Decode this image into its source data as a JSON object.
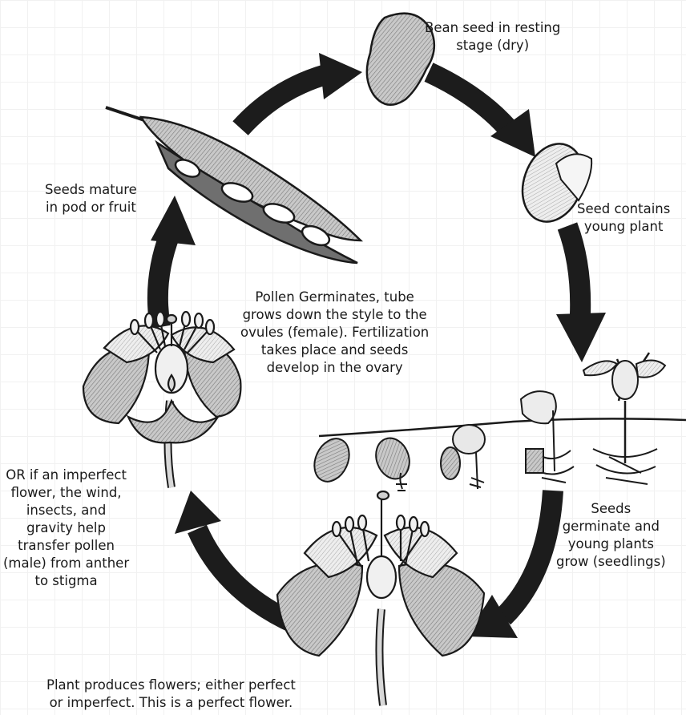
{
  "colors": {
    "arrow": "#1c1c1c",
    "outline": "#1a1a1a",
    "fill_mid": "#bdbdbd",
    "fill_light": "#e6e6e6",
    "fill_dark": "#8a8a8a",
    "background": "#ffffff"
  },
  "labels": {
    "bean_seed": [
      "Bean seed in resting",
      "stage (dry)"
    ],
    "seed_contains": [
      "Seed contains",
      "young plant"
    ],
    "seeds_germinate": [
      "Seeds",
      "germinate and",
      "young plants",
      "grow (seedlings)"
    ],
    "plant_produces": [
      "Plant produces flowers; either perfect",
      "or imperfect. This is a perfect flower."
    ],
    "imperfect": [
      "OR if an imperfect",
      "flower, the wind,",
      "insects, and",
      "gravity help",
      "transfer pollen",
      "(male) from anther",
      "to stigma"
    ],
    "seeds_mature": [
      "Seeds mature",
      "in pod or fruit"
    ],
    "pollen": [
      "Pollen Germinates, tube",
      "grows down the style to the",
      "ovules (female). Fertilization",
      "takes place and seeds",
      "develop in the ovary"
    ]
  },
  "icons": [
    "bean-seed-icon",
    "sprouting-seed-icon",
    "seedling-stages-icon",
    "flower-icon",
    "flower-with-stigma-icon",
    "bean-pod-icon",
    "cycle-arrow-icon"
  ]
}
